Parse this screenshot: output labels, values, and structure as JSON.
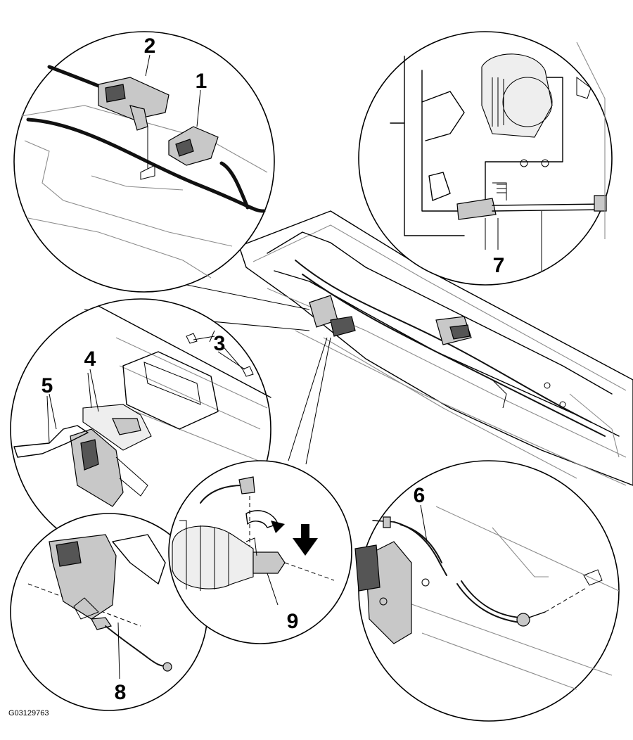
{
  "figure": {
    "reference_code": "G03129763",
    "callouts": [
      "1",
      "2",
      "3",
      "4",
      "5",
      "6",
      "7",
      "8",
      "9"
    ]
  }
}
